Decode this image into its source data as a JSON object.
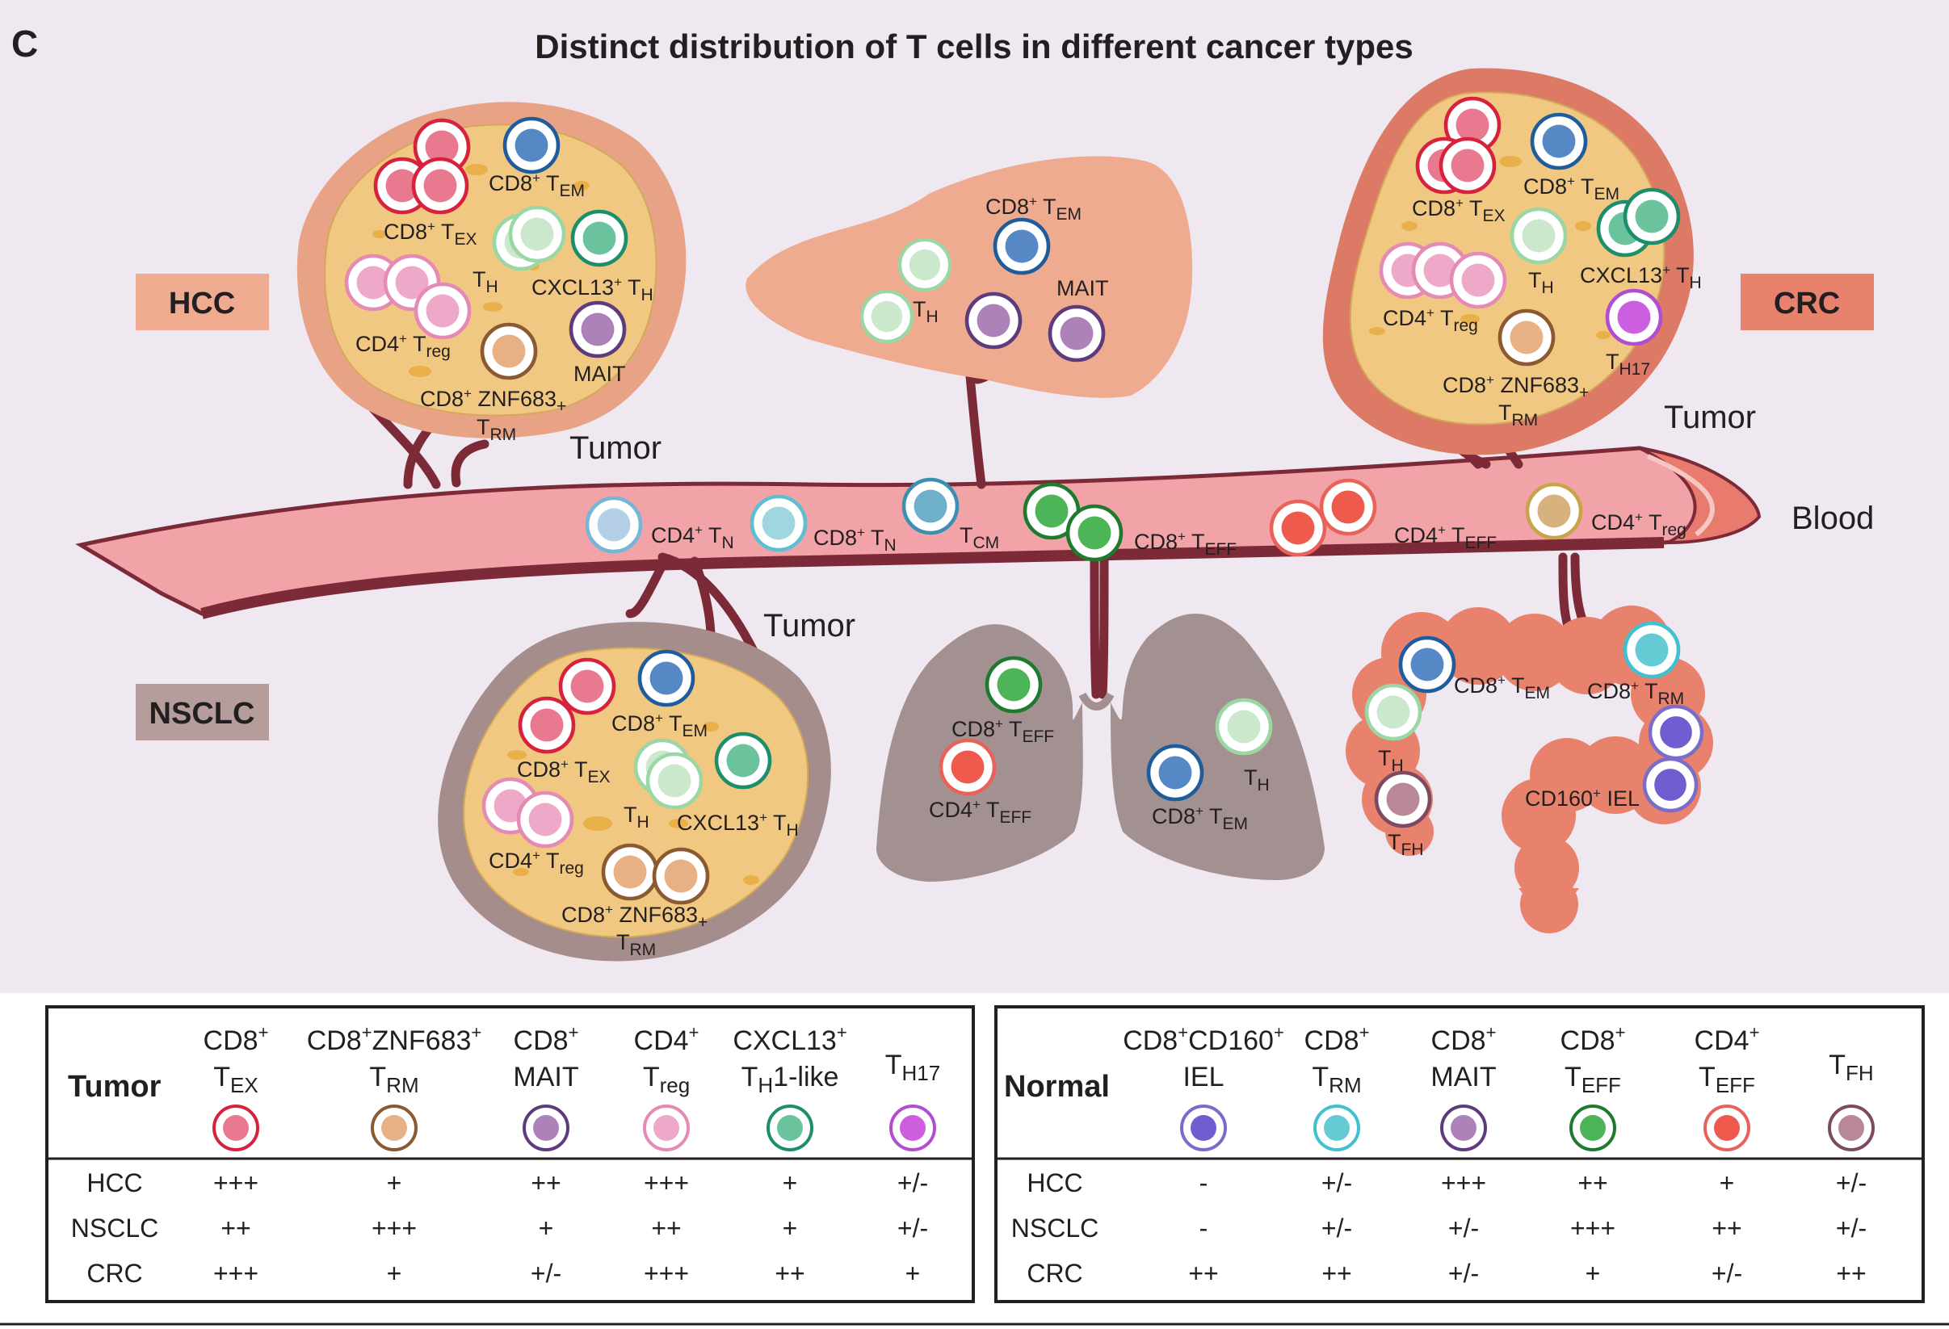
{
  "panel_letter": "C",
  "title": "Distinct distribution of T cells in different cancer types",
  "colors": {
    "background": "#efe8f1",
    "tumor_core": "#f1c882",
    "hcc_rim": "#e8a387",
    "crc_rim": "#dd7a66",
    "nsclc_rim": "#a58d8c",
    "vessel": "#f2a3a8",
    "vessel_edge": "#7c2a37",
    "liver": "#eeab8f",
    "lung": "#a39191",
    "intestine": "#e8826c"
  },
  "badges": {
    "hcc": {
      "label": "HCC",
      "color": "#eeab8f"
    },
    "crc": {
      "label": "CRC",
      "color": "#e8826c"
    },
    "nsclc": {
      "label": "NSCLC",
      "color": "#b49d9b"
    }
  },
  "words": {
    "tumor": "Tumor",
    "blood": "Blood"
  },
  "cell_types": {
    "tex": {
      "fill": "#e8798f",
      "ring": "#d7223d"
    },
    "trm_znf": {
      "fill": "#e8b085",
      "ring": "#8c5a30"
    },
    "mait": {
      "fill": "#ad82b8",
      "ring": "#5e3b7c"
    },
    "treg": {
      "fill": "#eea8c8",
      "ring": "#e48ab5"
    },
    "cxcl13": {
      "fill": "#6ac39c",
      "ring": "#1c8e6a"
    },
    "th17": {
      "fill": "#cc5ee0",
      "ring": "#b24dd2"
    },
    "tem": {
      "fill": "#5688c6",
      "ring": "#1f5c9c"
    },
    "th": {
      "fill": "#cbe8cc",
      "ring": "#9ad7a4"
    },
    "tn4": {
      "fill": "#b5d0e6",
      "ring": "#73b6d8"
    },
    "tn8": {
      "fill": "#9fd6e0",
      "ring": "#5ebfd3"
    },
    "tcm": {
      "fill": "#6eb0c9",
      "ring": "#3b8fb0"
    },
    "teff8": {
      "fill": "#4db557",
      "ring": "#1e7b2d"
    },
    "teff4": {
      "fill": "#ee5a4c",
      "ring": "#e8625a"
    },
    "treg_blood": {
      "fill": "#d8b27c",
      "ring": "#c9a34a"
    },
    "trm_normal": {
      "fill": "#64cad4",
      "ring": "#41c0cf"
    },
    "iel": {
      "fill": "#6e5ecf",
      "ring": "#7a6cc9"
    },
    "tfh": {
      "fill": "#b98896",
      "ring": "#7c4a62"
    }
  },
  "labels": {
    "hcc": {
      "tex": [
        "CD8",
        "+",
        " T",
        "EX"
      ],
      "tem": [
        "CD8",
        "+",
        " T",
        "EM"
      ],
      "th": [
        "",
        "",
        "T",
        "H"
      ],
      "cxcl13": [
        "CXCL13",
        "+",
        " T",
        "H"
      ],
      "treg": [
        "CD4",
        "+",
        " T",
        "reg"
      ],
      "mait": [
        "MAIT",
        "",
        "",
        ""
      ],
      "znf": [
        "CD8",
        "+",
        " ZNF683",
        "+"
      ],
      "trm": [
        "",
        "",
        "T",
        "RM"
      ]
    },
    "liver": {
      "tem": [
        "CD8",
        "+",
        " T",
        "EM"
      ],
      "th": [
        "",
        "",
        "T",
        "H"
      ],
      "mait": [
        "MAIT",
        "",
        "",
        ""
      ]
    },
    "crc": {
      "tex": [
        "CD8",
        "+",
        " T",
        "EX"
      ],
      "tem": [
        "CD8",
        "+",
        " T",
        "EM"
      ],
      "th": [
        "",
        "",
        "T",
        "H"
      ],
      "cxcl13": [
        "CXCL13",
        "+",
        " T",
        "H"
      ],
      "treg": [
        "CD4",
        "+",
        " T",
        "reg"
      ],
      "th17": [
        "",
        "",
        "T",
        "H17"
      ],
      "znf": [
        "CD8",
        "+",
        " ZNF683",
        "+"
      ],
      "trm": [
        "",
        "",
        "T",
        "RM"
      ]
    },
    "blood": {
      "tn4": [
        "CD4",
        "+",
        " T",
        "N"
      ],
      "tn8": [
        "CD8",
        "+",
        " T",
        "N"
      ],
      "tcm": [
        "",
        "",
        "T",
        "CM"
      ],
      "teff8": [
        "CD8",
        "+",
        " T",
        "EFF"
      ],
      "teff4": [
        "CD4",
        "+",
        " T",
        "EFF"
      ],
      "treg": [
        "CD4",
        "+",
        " T",
        "reg"
      ]
    },
    "nsclc": {
      "tem": [
        "CD8",
        "+",
        " T",
        "EM"
      ],
      "tex": [
        "CD8",
        "+",
        " T",
        "EX"
      ],
      "th": [
        "",
        "",
        "T",
        "H"
      ],
      "cxcl13": [
        "CXCL13",
        "+",
        " T",
        "H"
      ],
      "treg": [
        "CD4",
        "+",
        " T",
        "reg"
      ],
      "znf": [
        "CD8",
        "+",
        " ZNF683",
        "+"
      ],
      "trm": [
        "",
        "",
        "T",
        "RM"
      ]
    },
    "lung": {
      "teff8": [
        "CD8",
        "+",
        " T",
        "EFF"
      ],
      "teff4": [
        "CD4",
        "+",
        " T",
        "EFF"
      ],
      "th": [
        "",
        "",
        "T",
        "H"
      ],
      "tem": [
        "CD8",
        "+",
        " T",
        "EM"
      ]
    },
    "intestine": {
      "tem": [
        "CD8",
        "+",
        " T",
        "EM"
      ],
      "trm": [
        "CD8",
        "+",
        " T",
        "RM"
      ],
      "th": [
        "",
        "",
        "T",
        "H"
      ],
      "iel": [
        "CD160",
        "+",
        " IEL",
        ""
      ],
      "tfh": [
        "",
        "",
        "T",
        "FH"
      ]
    }
  },
  "tumor_table": {
    "title": "Tumor",
    "rows": [
      "HCC",
      "NSCLC",
      "CRC"
    ],
    "columns": [
      {
        "line1": [
          "CD8",
          "+",
          "",
          ""
        ],
        "line2": [
          "T",
          "EX",
          ""
        ],
        "cell": "tex",
        "values": [
          "+++",
          "++",
          "+++"
        ]
      },
      {
        "line1": [
          "CD8",
          "+",
          "ZNF683",
          "+"
        ],
        "line2": [
          "T",
          "RM",
          ""
        ],
        "cell": "trm_znf",
        "values": [
          "+",
          "+++",
          "+"
        ]
      },
      {
        "line1": [
          "CD8",
          "+",
          "",
          ""
        ],
        "line2": [
          "MAIT",
          "",
          ""
        ],
        "cell": "mait",
        "values": [
          "++",
          "+",
          "+/-"
        ]
      },
      {
        "line1": [
          "CD4",
          "+",
          "",
          ""
        ],
        "line2": [
          "T",
          "reg",
          ""
        ],
        "cell": "treg",
        "values": [
          "+++",
          "++",
          "+++"
        ]
      },
      {
        "line1": [
          "CXCL13",
          "+",
          "",
          ""
        ],
        "line2": [
          "T",
          "H",
          "1-like"
        ],
        "cell": "cxcl13",
        "values": [
          "+",
          "+",
          "++"
        ]
      },
      {
        "line1": [
          "",
          "",
          "",
          ""
        ],
        "line2": [
          "T",
          "H17",
          ""
        ],
        "cell": "th17",
        "values": [
          "+/-",
          "+/-",
          "+"
        ]
      }
    ]
  },
  "normal_table": {
    "title": "Normal",
    "rows": [
      "HCC",
      "NSCLC",
      "CRC"
    ],
    "columns": [
      {
        "line1": [
          "CD8",
          "+",
          "CD160",
          "+"
        ],
        "line2": [
          "IEL",
          "",
          ""
        ],
        "cell": "iel",
        "values": [
          "-",
          "-",
          "++"
        ]
      },
      {
        "line1": [
          "CD8",
          "+",
          "",
          ""
        ],
        "line2": [
          "T",
          "RM",
          ""
        ],
        "cell": "trm_normal",
        "values": [
          "+/-",
          "+/-",
          "++"
        ]
      },
      {
        "line1": [
          "CD8",
          "+",
          "",
          ""
        ],
        "line2": [
          "MAIT",
          "",
          ""
        ],
        "cell": "mait",
        "values": [
          "+++",
          "+/-",
          "+/-"
        ]
      },
      {
        "line1": [
          "CD8",
          "+",
          "",
          ""
        ],
        "line2": [
          "T",
          "EFF",
          ""
        ],
        "cell": "teff8",
        "values": [
          "++",
          "+++",
          "+"
        ]
      },
      {
        "line1": [
          "CD4",
          "+",
          "",
          ""
        ],
        "line2": [
          "T",
          "EFF",
          ""
        ],
        "cell": "teff4",
        "values": [
          "+",
          "++",
          "+/-"
        ]
      },
      {
        "line1": [
          "",
          "",
          "",
          ""
        ],
        "line2": [
          "T",
          "FH",
          ""
        ],
        "cell": "tfh",
        "values": [
          "+/-",
          "+/-",
          "++"
        ]
      }
    ]
  }
}
